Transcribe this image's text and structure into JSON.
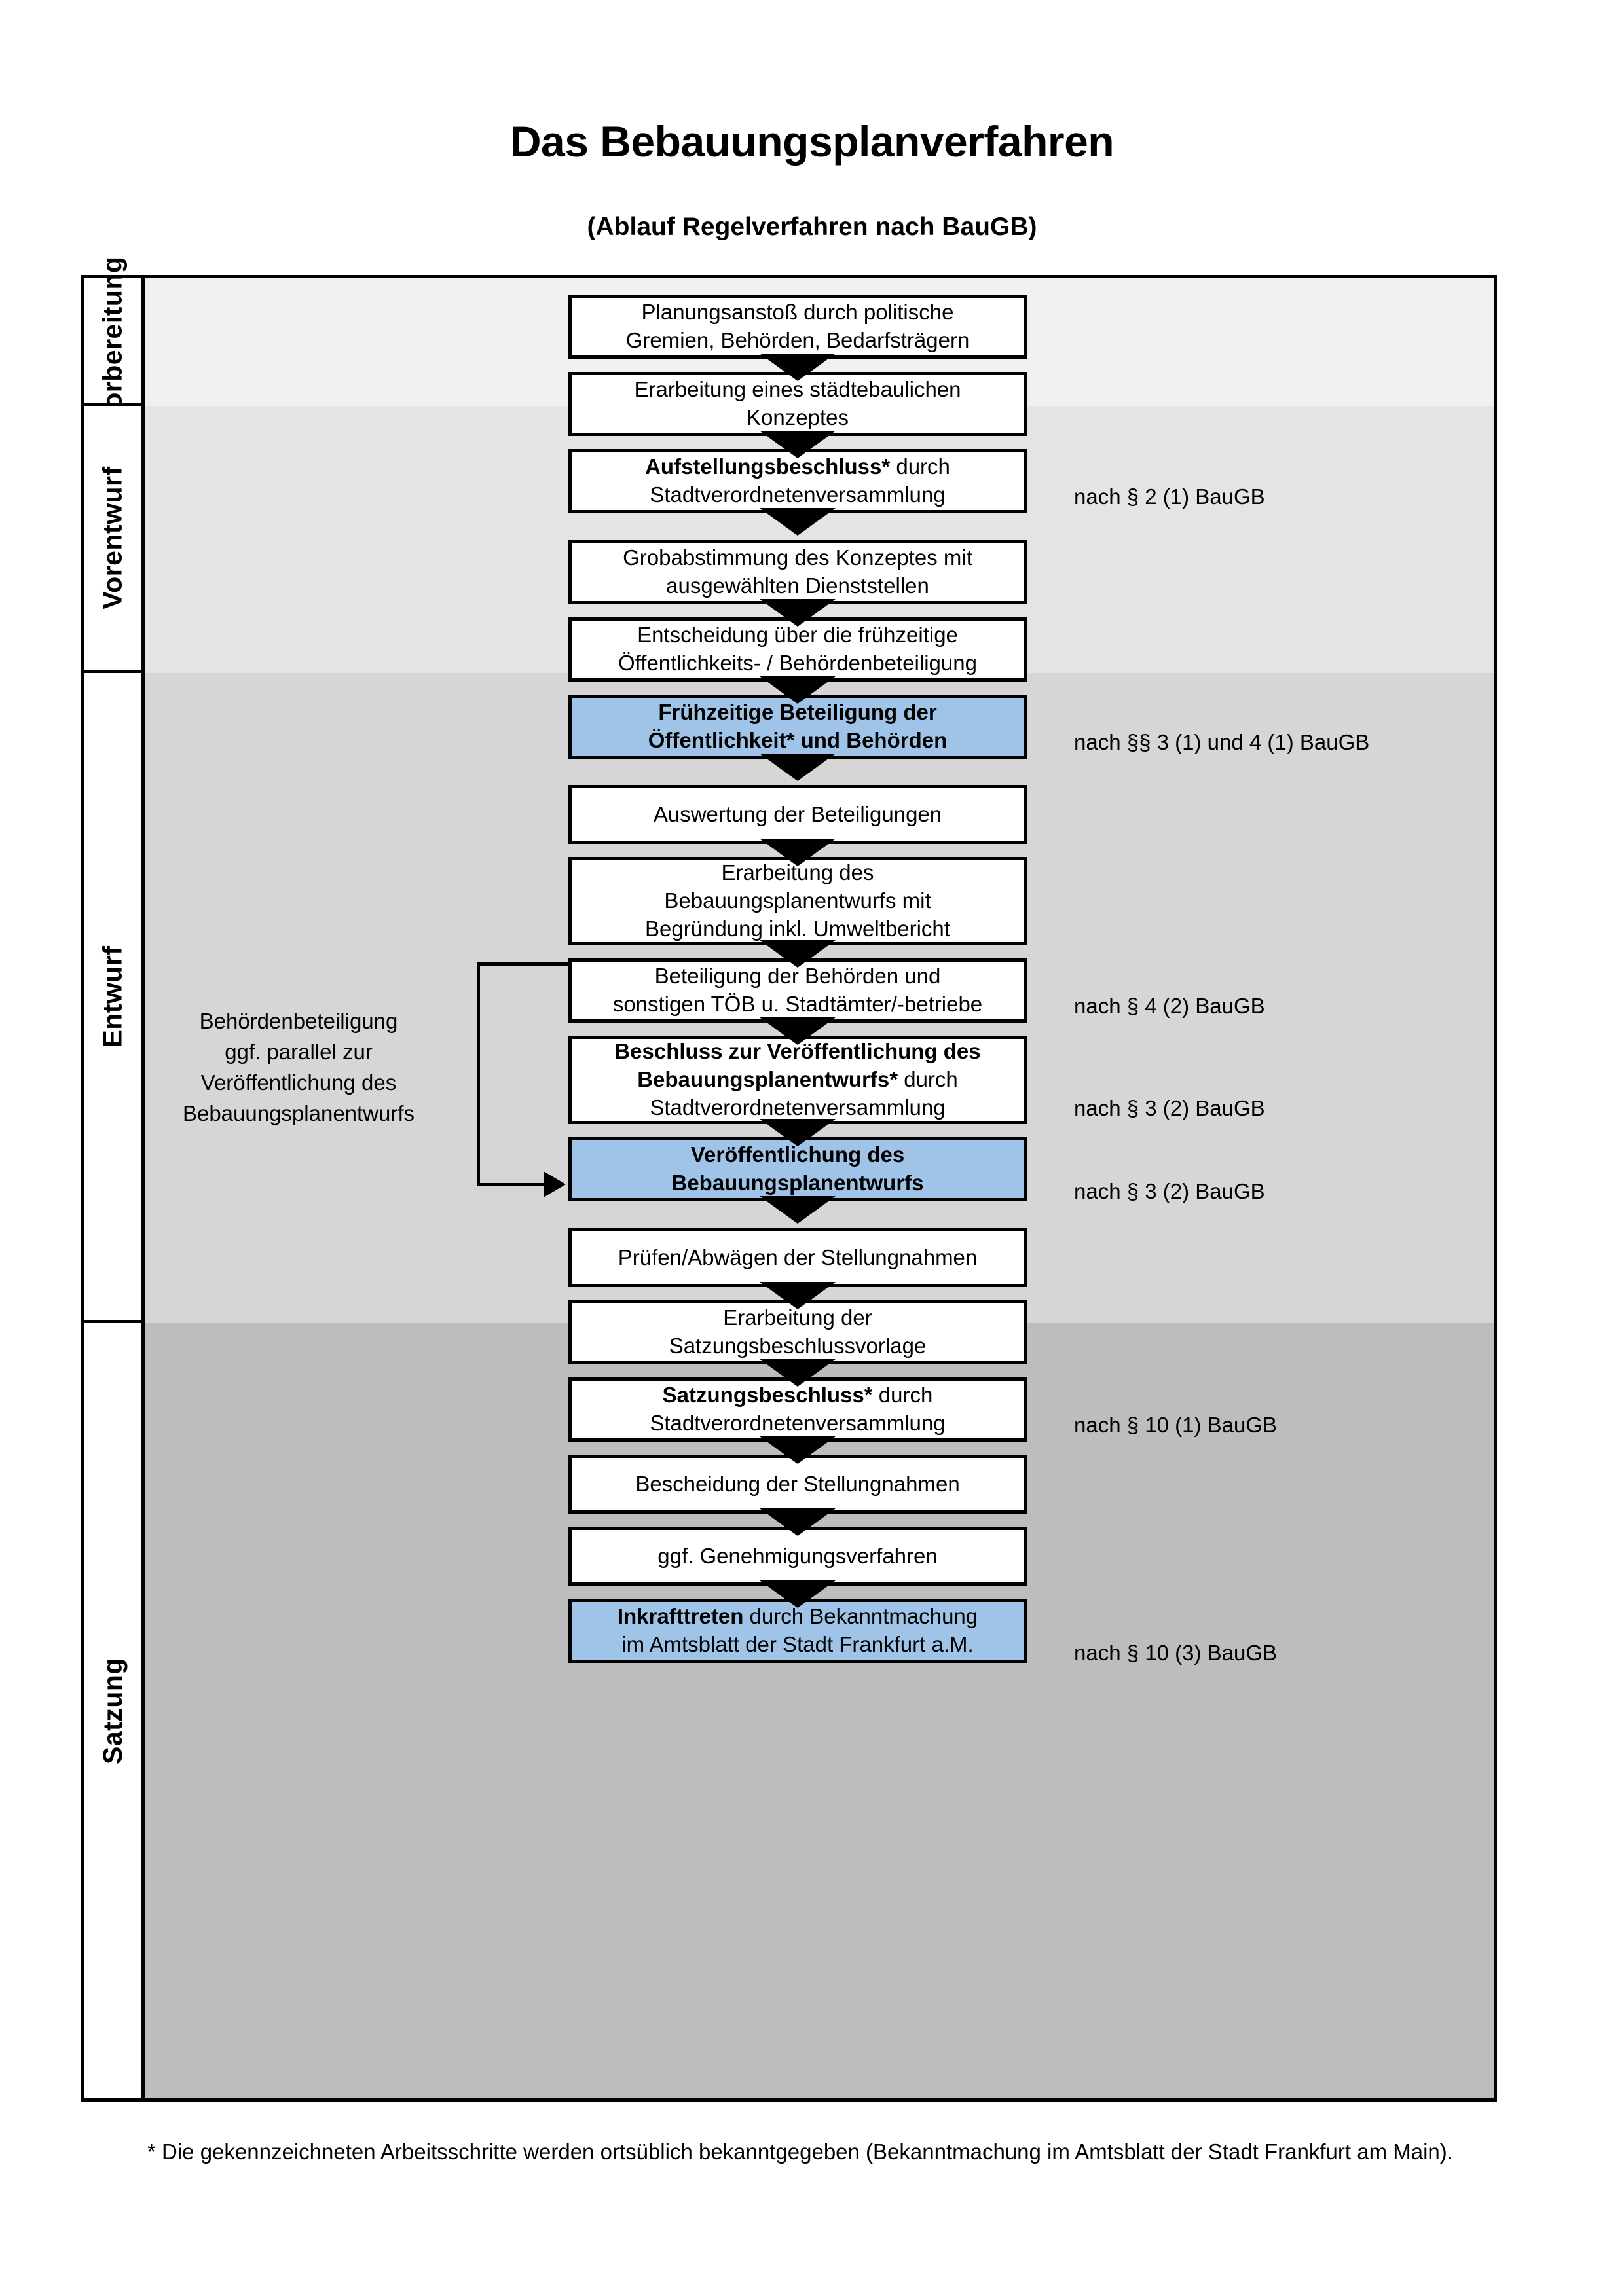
{
  "header": {
    "title": "Das Bebauungsplanverfahren",
    "subtitle": "(Ablauf Regelverfahren nach BauGB)"
  },
  "phases": [
    {
      "id": "vorbereitung",
      "label": "Vorbereitung",
      "background_color": "#F0F0F0"
    },
    {
      "id": "vorentwurf",
      "label": "Vorentwurf",
      "background_color": "#E4E4E4"
    },
    {
      "id": "entwurf",
      "label": "Entwurf",
      "background_color": "#D6D6D6"
    },
    {
      "id": "satzung",
      "label": "Satzung",
      "background_color": "#BDBDBD"
    }
  ],
  "steps": [
    {
      "id": "planungsanstoss",
      "phase": "vorbereitung",
      "highlight": false,
      "lines": [
        {
          "text": "Planungsanstoß durch politische",
          "bold": false
        },
        {
          "text": "Gremien, Behörden, Bedarfsträgern",
          "bold": false
        }
      ]
    },
    {
      "id": "staedtebauliches-konzept",
      "phase": "vorbereitung",
      "highlight": false,
      "lines": [
        {
          "text": "Erarbeitung eines städtebaulichen",
          "bold": false
        },
        {
          "text": "Konzeptes",
          "bold": false
        }
      ]
    },
    {
      "id": "aufstellungsbeschluss",
      "phase": "vorbereitung",
      "highlight": false,
      "lines": [
        {
          "text": "Aufstellungsbeschluss*",
          "bold": true,
          "suffix": " durch"
        },
        {
          "text": "Stadtverordnetenversammlung",
          "bold": false
        }
      ]
    },
    {
      "id": "grobabstimmung",
      "phase": "vorentwurf",
      "highlight": false,
      "lines": [
        {
          "text": "Grobabstimmung des Konzeptes mit",
          "bold": false
        },
        {
          "text": "ausgewählten Dienststellen",
          "bold": false
        }
      ]
    },
    {
      "id": "entscheidung-fruehzeitige-beteiligung",
      "phase": "vorentwurf",
      "highlight": false,
      "lines": [
        {
          "text": "Entscheidung über die frühzeitige",
          "bold": false
        },
        {
          "text": "Öffentlichkeits- / Behördenbeteiligung",
          "bold": false
        }
      ]
    },
    {
      "id": "fruehzeitige-beteiligung",
      "phase": "vorentwurf",
      "highlight": true,
      "lines": [
        {
          "text": "Frühzeitige Beteiligung der",
          "bold": true
        },
        {
          "text": "Öffentlichkeit* und Behörden",
          "bold": true
        }
      ]
    },
    {
      "id": "auswertung-beteiligungen",
      "phase": "entwurf",
      "highlight": false,
      "lines": [
        {
          "text": "Auswertung der Beteiligungen",
          "bold": false
        }
      ]
    },
    {
      "id": "erarbeitung-bplan-entwurf",
      "phase": "entwurf",
      "highlight": false,
      "lines": [
        {
          "text": "Erarbeitung des",
          "bold": false
        },
        {
          "text": "Bebauungsplanentwurfs mit",
          "bold": false
        },
        {
          "text": "Begründung inkl. Umweltbericht",
          "bold": false
        }
      ]
    },
    {
      "id": "beteiligung-behoerden-toeb",
      "phase": "entwurf",
      "highlight": false,
      "lines": [
        {
          "text": "Beteiligung der Behörden und",
          "bold": false
        },
        {
          "text": "sonstigen TÖB u. Stadtämter/-betriebe",
          "bold": false
        }
      ]
    },
    {
      "id": "beschluss-veroeffentlichung",
      "phase": "entwurf",
      "highlight": false,
      "lines": [
        {
          "text": "Beschluss zur Veröffentlichung des",
          "bold": true
        },
        {
          "text": "Bebauungsplanentwurfs*",
          "bold": true,
          "suffix": " durch"
        },
        {
          "text": "Stadtverordnetenversammlung",
          "bold": false
        }
      ]
    },
    {
      "id": "veroeffentlichung-bplan-entwurf",
      "phase": "entwurf",
      "highlight": true,
      "lines": [
        {
          "text": "Veröffentlichung des",
          "bold": true
        },
        {
          "text": "Bebauungsplanentwurfs",
          "bold": true
        }
      ]
    },
    {
      "id": "pruefen-abwaegen",
      "phase": "satzung",
      "highlight": false,
      "lines": [
        {
          "text": "Prüfen/Abwägen der Stellungnahmen",
          "bold": false
        }
      ]
    },
    {
      "id": "erarbeitung-satzungsbeschlussvorlage",
      "phase": "satzung",
      "highlight": false,
      "lines": [
        {
          "text": "Erarbeitung der",
          "bold": false
        },
        {
          "text": "Satzungsbeschlussvorlage",
          "bold": false
        }
      ]
    },
    {
      "id": "satzungsbeschluss",
      "phase": "satzung",
      "highlight": false,
      "lines": [
        {
          "text": "Satzungsbeschluss*",
          "bold": true,
          "suffix": " durch"
        },
        {
          "text": "Stadtverordnetenversammlung",
          "bold": false
        }
      ]
    },
    {
      "id": "bescheidung-stellungnahmen",
      "phase": "satzung",
      "highlight": false,
      "lines": [
        {
          "text": "Bescheidung der Stellungnahmen",
          "bold": false
        }
      ]
    },
    {
      "id": "genehmigungsverfahren",
      "phase": "satzung",
      "highlight": false,
      "lines": [
        {
          "text": "ggf. Genehmigungsverfahren",
          "bold": false
        }
      ]
    },
    {
      "id": "inkrafttreten",
      "phase": "satzung",
      "highlight": true,
      "lines": [
        {
          "text": "Inkrafttreten",
          "bold": true,
          "suffix": " durch Bekanntmachung"
        },
        {
          "text": "im Amtsblatt der Stadt Frankfurt a.M.",
          "bold": false
        }
      ]
    }
  ],
  "legal_references": [
    {
      "id": "ref-par2-1",
      "text": "nach § 2 (1) BauGB"
    },
    {
      "id": "ref-par3-1-4-1",
      "text": "nach §§ 3 (1) und 4 (1) BauGB"
    },
    {
      "id": "ref-par4-2",
      "text": "nach § 4 (2) BauGB"
    },
    {
      "id": "ref-par3-2-a",
      "text": "nach § 3 (2) BauGB"
    },
    {
      "id": "ref-par3-2-b",
      "text": "nach § 3 (2) BauGB"
    },
    {
      "id": "ref-par10-1",
      "text": "nach § 10 (1) BauGB"
    },
    {
      "id": "ref-par10-3",
      "text": "nach § 10 (3) BauGB"
    }
  ],
  "side_note": {
    "id": "behoerdenbeteiligung-note",
    "lines": [
      "Behördenbeteiligung",
      "ggf. parallel zur",
      "Veröffentlichung des",
      "Bebauungsplanentwurfs"
    ]
  },
  "footnote": {
    "text": "* Die gekennzeichneten Arbeitsschritte werden ortsüblich bekanntgegeben (Bekanntmachung im Amtsblatt  der Stadt Frankfurt am Main)."
  },
  "colors": {
    "highlight_blue": "#9FC4E8",
    "border_black": "#000000",
    "box_white": "#FFFFFF"
  }
}
